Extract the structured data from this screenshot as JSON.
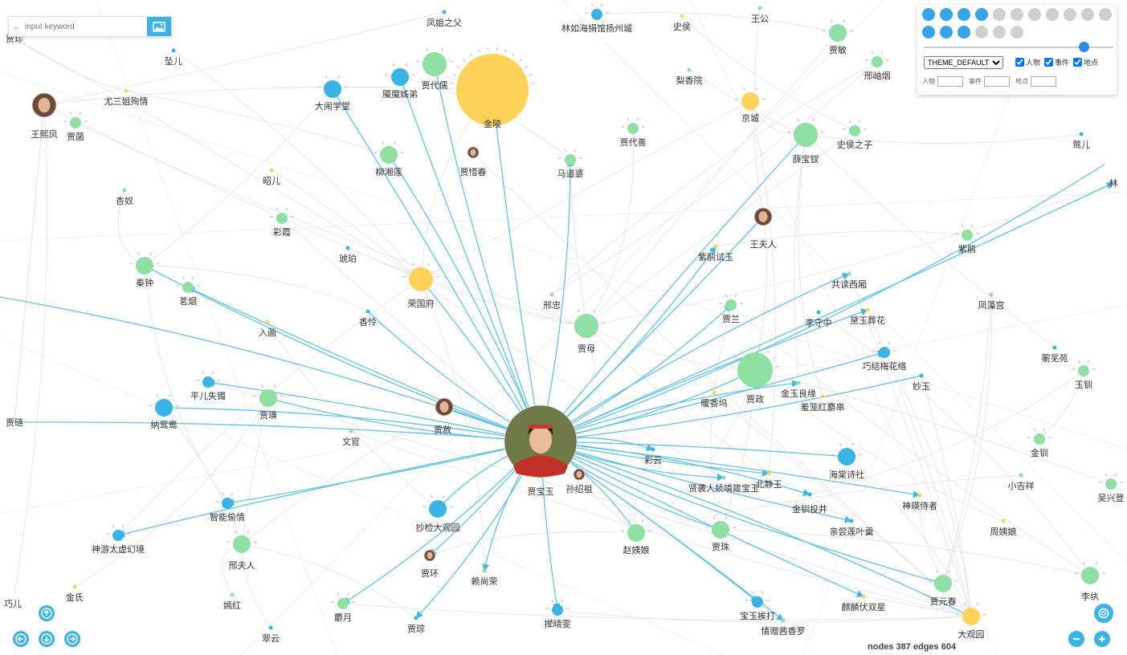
{
  "search": {
    "placeholder": "input keyword",
    "value": ""
  },
  "search_image_icon": "image-icon",
  "toolbar": {
    "row1_icons": [
      "user-icon",
      "sliders-icon",
      "swap-icon",
      "share-icon",
      "hand-icon",
      "circle-icon",
      "bulb-icon",
      "square-icon",
      "anchor-icon",
      "search-icon",
      "terminal-icon"
    ],
    "row2_icons": [
      "info-icon",
      "expand-icon",
      "cloud-icon",
      "file-icon",
      "folder-icon",
      "minus-circle-icon"
    ],
    "theme_value": "THEME_DEFAULT",
    "check_person": "人物",
    "check_event": "事件",
    "check_place": "地点",
    "input_person_label": "人物",
    "input_event_label": "事件",
    "input_place_label": "地点",
    "slider_level": 0.84
  },
  "footer": "nodes 387 edges 604",
  "colors": {
    "person": "#8fe0a2",
    "event": "#3ab4e6",
    "place": "#ffd35a",
    "edge": "#62c2e8",
    "bg_edge": "#e2e2e2"
  },
  "center": "贾宝玉",
  "nodes": [
    {
      "id": "贾宝玉",
      "label": "贾宝玉",
      "type": "photo",
      "size": "xl"
    },
    {
      "id": "金陵",
      "label": "金陵",
      "type": "place",
      "size": "xl"
    },
    {
      "id": "贾政",
      "label": "贾政",
      "type": "person",
      "size": "l"
    },
    {
      "id": "荣国府",
      "label": "荣国府",
      "type": "place",
      "size": "m"
    },
    {
      "id": "京城",
      "label": "京城",
      "type": "place",
      "size": "s"
    },
    {
      "id": "大观园",
      "label": "大观园",
      "type": "place",
      "size": "s"
    },
    {
      "id": "贾代儒",
      "label": "贾代儒",
      "type": "person",
      "size": "m"
    },
    {
      "id": "薛宝钗",
      "label": "薛宝钗",
      "type": "person",
      "size": "m"
    },
    {
      "id": "贾母",
      "label": "贾母",
      "type": "person",
      "size": "m"
    },
    {
      "id": "贾敏",
      "label": "贾敏",
      "type": "person",
      "size": "s"
    },
    {
      "id": "贾珠",
      "label": "贾珠",
      "type": "person",
      "size": "s"
    },
    {
      "id": "赵姨娘",
      "label": "赵姨娘",
      "type": "person",
      "size": "s"
    },
    {
      "id": "邢夫人",
      "label": "邢夫人",
      "type": "person",
      "size": "s"
    },
    {
      "id": "贾元春",
      "label": "贾元春",
      "type": "person",
      "size": "s"
    },
    {
      "id": "李纨",
      "label": "李纨",
      "type": "person",
      "size": "s"
    },
    {
      "id": "秦钟",
      "label": "秦钟",
      "type": "person",
      "size": "s"
    },
    {
      "id": "贾璜",
      "label": "贾璜",
      "type": "person",
      "size": "s"
    },
    {
      "id": "柳湘莲",
      "label": "柳湘莲",
      "type": "person",
      "size": "s"
    },
    {
      "id": "紫鹃",
      "label": "紫鹃",
      "type": "person",
      "size": "xs"
    },
    {
      "id": "贾代善",
      "label": "贾代善",
      "type": "person",
      "size": "xs"
    },
    {
      "id": "史侯之子",
      "label": "史侯之子",
      "type": "person",
      "size": "xs"
    },
    {
      "id": "邢岫烟",
      "label": "邢岫烟",
      "type": "person",
      "size": "xs"
    },
    {
      "id": "茗烟",
      "label": "茗烟",
      "type": "person",
      "size": "xs"
    },
    {
      "id": "彩霞",
      "label": "彩霞",
      "type": "person",
      "size": "xs"
    },
    {
      "id": "贾菌",
      "label": "贾菌",
      "type": "person",
      "size": "xs"
    },
    {
      "id": "金钏",
      "label": "金钏",
      "type": "person",
      "size": "xs"
    },
    {
      "id": "吴兴登",
      "label": "吴兴登",
      "type": "person",
      "size": "xs"
    },
    {
      "id": "麝月",
      "label": "麝月",
      "type": "person",
      "size": "xs"
    },
    {
      "id": "贾兰",
      "label": "贾兰",
      "type": "person",
      "size": "xs"
    },
    {
      "id": "玉钏",
      "label": "玉钏",
      "type": "person",
      "size": "xs"
    },
    {
      "id": "马道婆",
      "label": "马道婆",
      "type": "person",
      "size": "xs"
    },
    {
      "id": "大闹学堂",
      "label": "大闹学堂",
      "type": "event",
      "size": "s"
    },
    {
      "id": "魇魔姊弟",
      "label": "魇魔姊弟",
      "type": "event",
      "size": "s"
    },
    {
      "id": "林如海捐馆扬州城",
      "label": "林如海捐馆扬州城",
      "type": "event",
      "size": "xs"
    },
    {
      "id": "平儿失镯",
      "label": "平儿失镯",
      "type": "event",
      "size": "xs"
    },
    {
      "id": "纳鸳鸯",
      "label": "纳鸳鸯",
      "type": "event",
      "size": "s"
    },
    {
      "id": "海棠诗社",
      "label": "海棠诗社",
      "type": "event",
      "size": "s"
    },
    {
      "id": "抄检大观园",
      "label": "抄检大观园",
      "type": "event",
      "size": "s"
    },
    {
      "id": "巧结梅花络",
      "label": "巧结梅花络",
      "type": "event",
      "size": "xs"
    },
    {
      "id": "宝玉挨打",
      "label": "宝玉挨打",
      "type": "event",
      "size": "xs"
    },
    {
      "id": "智能偷情",
      "label": "智能偷情",
      "type": "event",
      "size": "xs"
    },
    {
      "id": "神游太虚幻境",
      "label": "神游太虚幻境",
      "type": "event",
      "size": "xs"
    },
    {
      "id": "撵晴雯",
      "label": "撵晴雯",
      "type": "event",
      "size": "xs"
    },
    {
      "id": "王熙凤",
      "label": "王熙凤",
      "type": "photo",
      "size": "m"
    },
    {
      "id": "王夫人",
      "label": "王夫人",
      "type": "photo",
      "size": "s"
    },
    {
      "id": "贾赦",
      "label": "贾赦",
      "type": "photo",
      "size": "s"
    },
    {
      "id": "贾环",
      "label": "贾环",
      "type": "photo",
      "size": "xs"
    },
    {
      "id": "贾惜春",
      "label": "贾惜春",
      "type": "photo",
      "size": "xs"
    },
    {
      "id": "孙绍祖",
      "label": "孙绍祖",
      "type": "photo",
      "size": "xs"
    },
    {
      "id": "凤姐之父",
      "label": "凤姐之父",
      "type": "minor"
    },
    {
      "id": "史侯",
      "label": "史侯",
      "type": "minor"
    },
    {
      "id": "王公",
      "label": "王公",
      "type": "minor"
    },
    {
      "id": "坠儿",
      "label": "坠儿",
      "type": "minor"
    },
    {
      "id": "尤三姐殉情",
      "label": "尤三姐殉情",
      "type": "minor"
    },
    {
      "id": "梨香院",
      "label": "梨香院",
      "type": "minor"
    },
    {
      "id": "莺儿",
      "label": "莺儿",
      "type": "minor"
    },
    {
      "id": "昭儿",
      "label": "昭儿",
      "type": "minor"
    },
    {
      "id": "杏奴",
      "label": "杏奴",
      "type": "minor"
    },
    {
      "id": "琥珀",
      "label": "琥珀",
      "type": "minor"
    },
    {
      "id": "紫鹃试玉",
      "label": "紫鹃试玉",
      "type": "minor"
    },
    {
      "id": "共读西厢",
      "label": "共读西厢",
      "type": "minor"
    },
    {
      "id": "李守中",
      "label": "李守中",
      "type": "minor"
    },
    {
      "id": "黛玉葬花",
      "label": "黛玉葬花",
      "type": "minor"
    },
    {
      "id": "凤藻宫",
      "label": "凤藻宫",
      "type": "minor"
    },
    {
      "id": "香怜",
      "label": "香怜",
      "type": "minor"
    },
    {
      "id": "入画",
      "label": "入画",
      "type": "minor"
    },
    {
      "id": "邢忠",
      "label": "邢忠",
      "type": "minor"
    },
    {
      "id": "蘅芜苑",
      "label": "蘅芜苑",
      "type": "minor"
    },
    {
      "id": "暖香坞",
      "label": "暖香坞",
      "type": "minor"
    },
    {
      "id": "金玉良缘",
      "label": "金玉良缘",
      "type": "minor"
    },
    {
      "id": "妙玉",
      "label": "妙玉",
      "type": "minor"
    },
    {
      "id": "羞笼红麝串",
      "label": "羞笼红麝串",
      "type": "minor"
    },
    {
      "id": "文官",
      "label": "文官",
      "type": "minor"
    },
    {
      "id": "彩云",
      "label": "彩云",
      "type": "minor"
    },
    {
      "id": "北静王",
      "label": "北静王",
      "type": "minor"
    },
    {
      "id": "贤袭人娇嗔箴宝玉",
      "label": "贤袭人娇嗔箴宝玉",
      "type": "minor"
    },
    {
      "id": "金钏投井",
      "label": "金钏投井",
      "type": "minor"
    },
    {
      "id": "神瑛侍者",
      "label": "神瑛侍者",
      "type": "minor"
    },
    {
      "id": "小吉祥",
      "label": "小吉祥",
      "type": "minor"
    },
    {
      "id": "亲尝莲叶羹",
      "label": "亲尝莲叶羹",
      "type": "minor"
    },
    {
      "id": "周姨娘",
      "label": "周姨娘",
      "type": "minor"
    },
    {
      "id": "赖尚荣",
      "label": "赖尚荣",
      "type": "minor"
    },
    {
      "id": "贾琮",
      "label": "贾琮",
      "type": "minor"
    },
    {
      "id": "金氏",
      "label": "金氏",
      "type": "minor"
    },
    {
      "id": "嫣红",
      "label": "嫣红",
      "type": "minor"
    },
    {
      "id": "翠云",
      "label": "翠云",
      "type": "minor"
    },
    {
      "id": "麒麟伏双星",
      "label": "麒麟伏双星",
      "type": "minor"
    },
    {
      "id": "情赠茜香罗",
      "label": "情赠茜香罗",
      "type": "minor"
    },
    {
      "id": "贾珍",
      "label": "贾珍",
      "type": "edge-label"
    },
    {
      "id": "贾琏",
      "label": "贾琏",
      "type": "edge-label"
    },
    {
      "id": "林",
      "label": "林",
      "type": "edge-label"
    },
    {
      "id": "巧儿",
      "label": "巧儿",
      "type": "edge-label"
    }
  ]
}
